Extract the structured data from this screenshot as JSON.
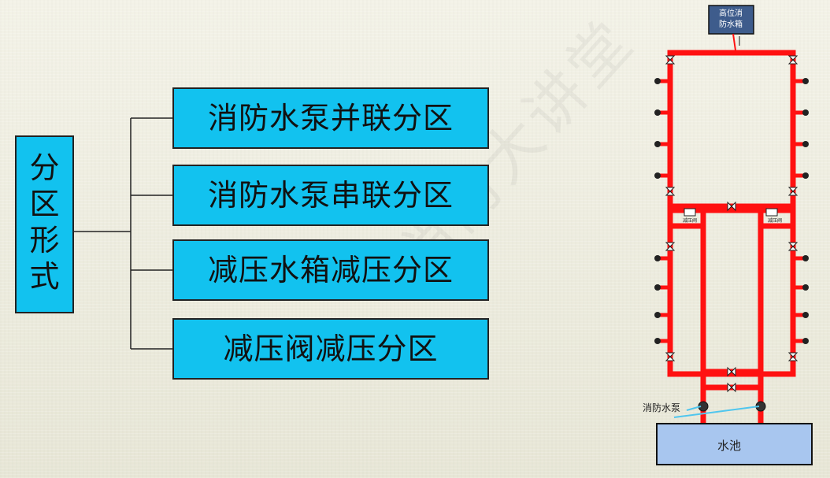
{
  "watermark": "消防大讲堂",
  "root": {
    "chars": [
      "分",
      "区",
      "形",
      "式"
    ]
  },
  "branches": [
    {
      "label": "消防水泵并联分区"
    },
    {
      "label": "消防水泵串联分区"
    },
    {
      "label": "减压水箱减压分区"
    },
    {
      "label": "减压阀减压分区"
    }
  ],
  "system": {
    "tank_label": "高位消防水箱",
    "pump_label": "消防水泵",
    "pool_label": "水池",
    "prv_label": "减压阀"
  },
  "colors": {
    "box": "#12c2ef",
    "pipe": "#ff1111",
    "pool": "#a8c6ef"
  }
}
